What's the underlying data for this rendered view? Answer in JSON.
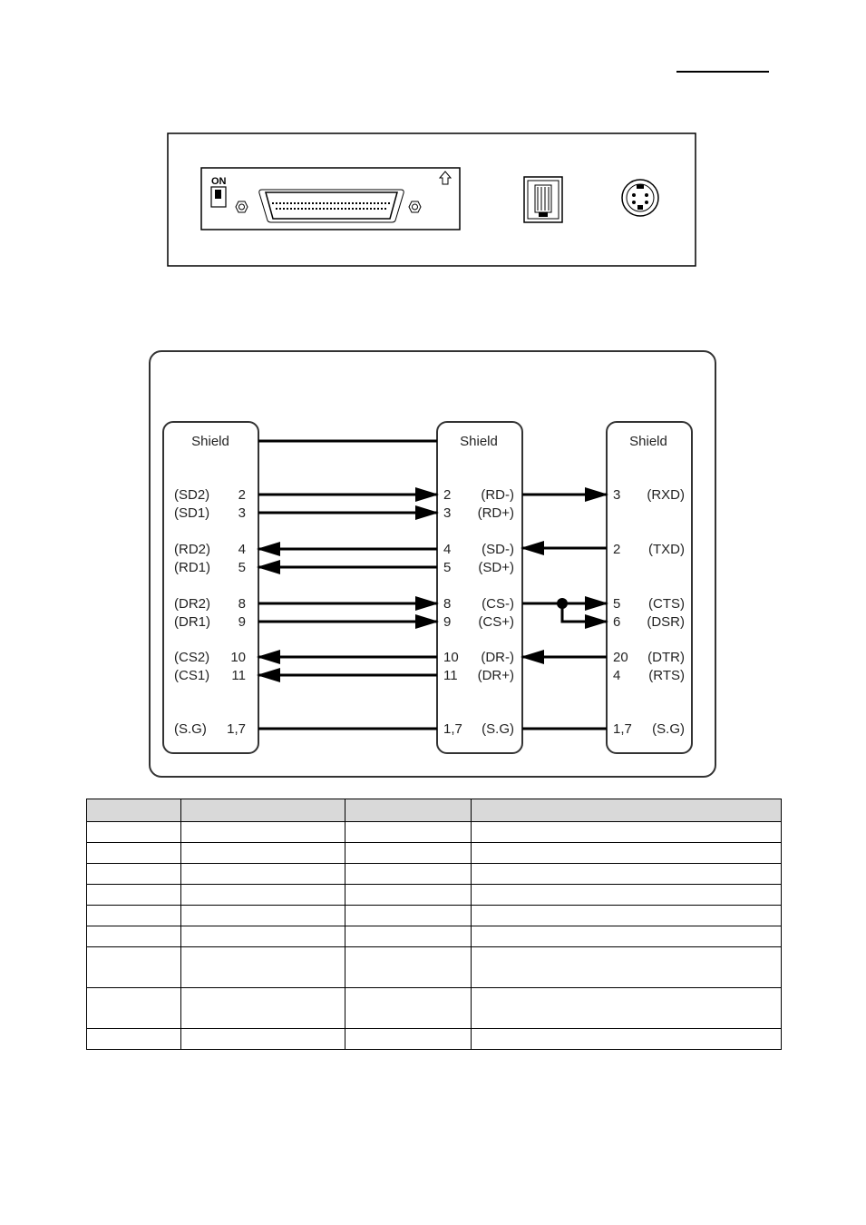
{
  "panel": {
    "switch_label": "ON"
  },
  "wiring": {
    "left": {
      "header": "Shield",
      "rows": [
        {
          "signal": "(SD2)",
          "pin": "2"
        },
        {
          "signal": "(SD1)",
          "pin": "3"
        },
        {
          "signal": "(RD2)",
          "pin": "4"
        },
        {
          "signal": "(RD1)",
          "pin": "5"
        },
        {
          "signal": "(DR2)",
          "pin": "8"
        },
        {
          "signal": "(DR1)",
          "pin": "9"
        },
        {
          "signal": "(CS2)",
          "pin": "10"
        },
        {
          "signal": "(CS1)",
          "pin": "11"
        },
        {
          "signal": "(S.G)",
          "pin": "1,7"
        }
      ]
    },
    "middle": {
      "header": "Shield",
      "rows": [
        {
          "pin": "2",
          "signal": "(RD-)"
        },
        {
          "pin": "3",
          "signal": "(RD+)"
        },
        {
          "pin": "4",
          "signal": "(SD-)"
        },
        {
          "pin": "5",
          "signal": "(SD+)"
        },
        {
          "pin": "8",
          "signal": "(CS-)"
        },
        {
          "pin": "9",
          "signal": "(CS+)"
        },
        {
          "pin": "10",
          "signal": "(DR-)"
        },
        {
          "pin": "11",
          "signal": "(DR+)"
        },
        {
          "pin": "1,7",
          "signal": "(S.G)"
        }
      ]
    },
    "right": {
      "header": "Shield",
      "rows": [
        {
          "pin": "3",
          "signal": "(RXD)"
        },
        {
          "pin": "2",
          "signal": "(TXD)"
        },
        {
          "pin": "5",
          "signal": "(CTS)"
        },
        {
          "pin": "6",
          "signal": "(DSR)"
        },
        {
          "pin": "20",
          "signal": "(DTR)"
        },
        {
          "pin": "4",
          "signal": "(RTS)"
        },
        {
          "pin": "1,7",
          "signal": "(S.G)"
        }
      ]
    }
  },
  "table": {
    "columns": [
      "",
      "",
      "",
      ""
    ],
    "rows": [
      [
        "",
        "",
        "",
        ""
      ],
      [
        "",
        "",
        "",
        ""
      ],
      [
        "",
        "",
        "",
        ""
      ],
      [
        "",
        "",
        "",
        ""
      ],
      [
        "",
        "",
        "",
        ""
      ],
      [
        "",
        "",
        "",
        ""
      ],
      [
        "",
        "",
        "",
        ""
      ],
      [
        "",
        "",
        "",
        ""
      ],
      [
        "",
        "",
        "",
        ""
      ]
    ]
  },
  "colors": {
    "line": "#000000",
    "box_border": "#333333",
    "table_header_bg": "#d9d9d9"
  }
}
